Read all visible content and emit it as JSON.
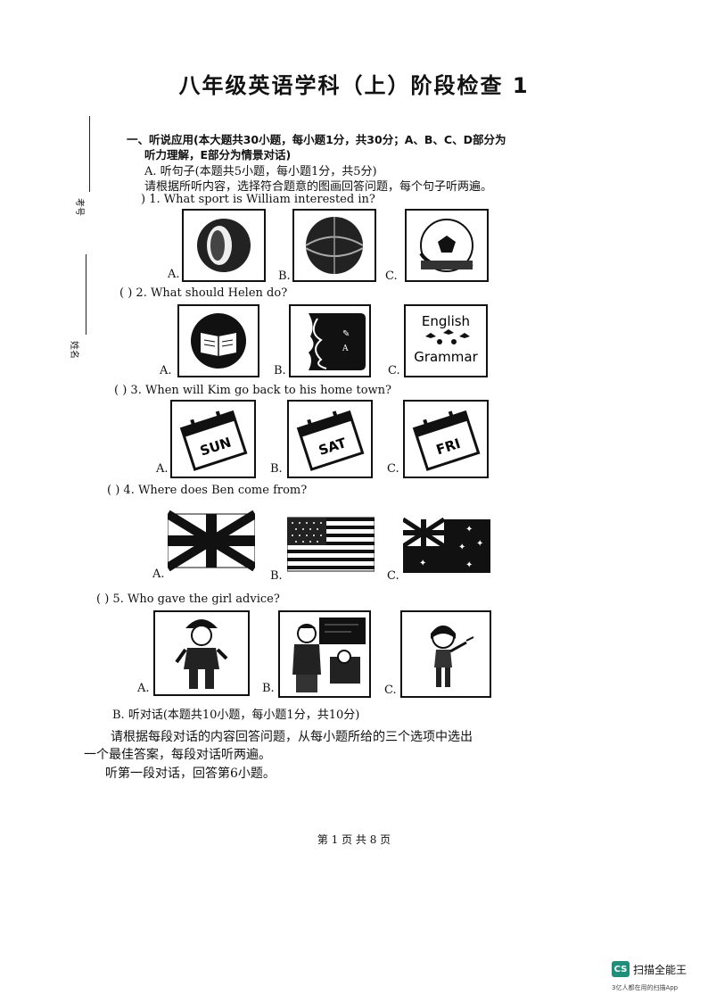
{
  "title": "八年级英语学科（上）阶段检查 1",
  "margin": {
    "label_top": "考号",
    "label_bottom": "姓名"
  },
  "section1": {
    "heading_line1": "一、听说应用(本大题共30小题，每小题1分，共30分；A、B、C、D部分为",
    "heading_line2": "听力理解，E部分为情景对话)",
    "partA_title": "A. 听句子(本题共5小题，每小题1分，共5分)",
    "partA_instruction": "请根据所听内容，选择符合题意的图画回答问题，每个句子听两遍。",
    "questions": [
      {
        "paren": ")",
        "text": "1. What sport is William interested in?",
        "options": [
          "A.",
          "B.",
          "C."
        ]
      },
      {
        "paren": "(    )",
        "text": "2. What should Helen do?",
        "options": [
          "A.",
          "B.",
          "C."
        ]
      },
      {
        "paren": "(    )",
        "text": "3. When will Kim go back to his home town?",
        "options": [
          "A.",
          "B.",
          "C."
        ]
      },
      {
        "paren": "(    )",
        "text": "4. Where does Ben come from?",
        "options": [
          "A.",
          "B.",
          "C."
        ]
      },
      {
        "paren": "(    )",
        "text": "5. Who gave the girl advice?",
        "options": [
          "A.",
          "B.",
          "C."
        ]
      }
    ],
    "q2_pics": {
      "c_line1": "English",
      "c_line2": "Grammar"
    },
    "q3_pics": {
      "a": "SUN",
      "b": "SAT",
      "c": "FRI"
    },
    "partB_title": "B. 听对话(本题共10小题，每小题1分，共10分)",
    "partB_line1": "请根据每段对话的内容回答问题，从每小题所给的三个选项中选出",
    "partB_line2": "一个最佳答案，每段对话听两遍。",
    "partB_line3": "听第一段对话，回答第6小题。"
  },
  "footer": "第 1 页 共 8 页",
  "badge": {
    "icon": "CS",
    "name": "扫描全能王",
    "sub": "3亿人都在用的扫描App"
  },
  "colors": {
    "ink": "#111111",
    "badge": "#1f8f7a"
  }
}
